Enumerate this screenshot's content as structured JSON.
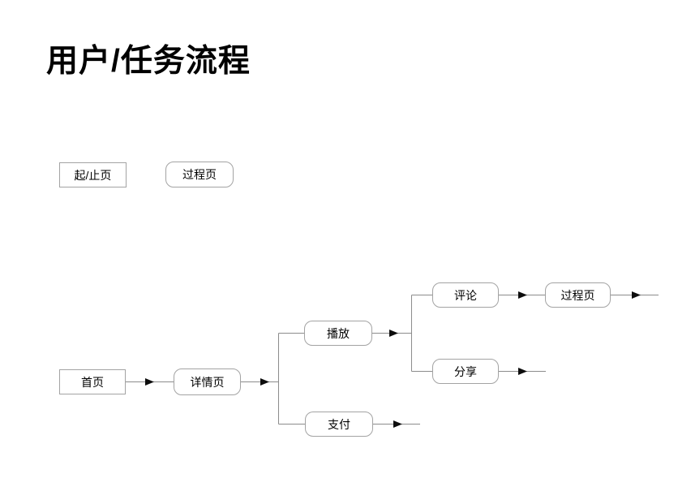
{
  "title": "用户/任务流程",
  "legend": {
    "start_end_label": "起/止页",
    "process_label": "过程页"
  },
  "flow": {
    "home": "首页",
    "detail": "详情页",
    "play": "播放",
    "pay": "支付",
    "comment": "评论",
    "process_page": "过程页",
    "share": "分享"
  },
  "colors": {
    "background": "#ffffff",
    "box_border": "#a3a3a3",
    "line": "#8c8c8c",
    "arrow": "#0d0d0d",
    "text": "#000000"
  }
}
